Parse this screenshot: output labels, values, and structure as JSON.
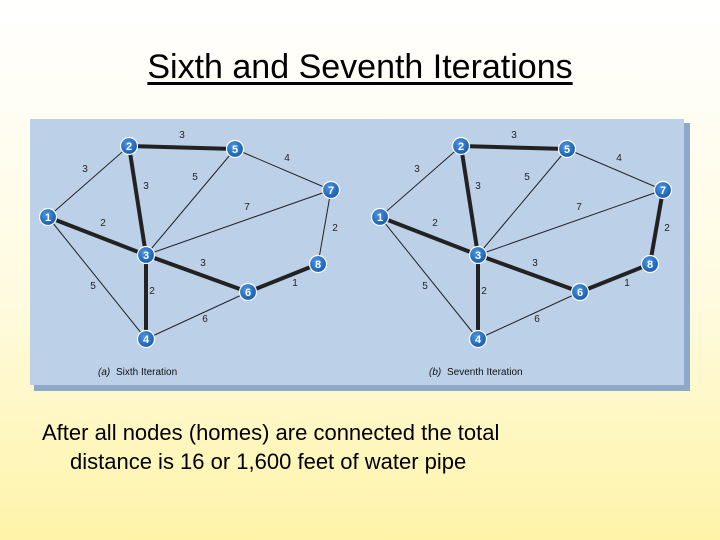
{
  "slide": {
    "title": "Sixth and Seventh Iterations",
    "body_line1": "After all nodes (homes) are connected the total",
    "body_line2": "distance is 16 or 1,600 feet of water pipe"
  },
  "colors": {
    "panel": "#bcd0e8",
    "panel_edge": "#8ea8c8",
    "node_fill": "#1e6ec8",
    "node_stroke": "#ffffff",
    "edge": "#222222"
  },
  "graphs": [
    {
      "caption_prefix": "(a)",
      "caption_text": "Sixth Iteration",
      "edges": [
        {
          "from": "1",
          "to": "2",
          "weight": "3",
          "bold": false
        },
        {
          "from": "1",
          "to": "3",
          "weight": "2",
          "bold": true
        },
        {
          "from": "1",
          "to": "4",
          "weight": "5",
          "bold": false
        },
        {
          "from": "2",
          "to": "5",
          "weight": "3",
          "bold": true
        },
        {
          "from": "2",
          "to": "3",
          "weight": "3",
          "bold": true
        },
        {
          "from": "5",
          "to": "3",
          "weight": "5",
          "bold": false
        },
        {
          "from": "5",
          "to": "7",
          "weight": "4",
          "bold": false
        },
        {
          "from": "3",
          "to": "7",
          "weight": "7",
          "bold": false
        },
        {
          "from": "7",
          "to": "8",
          "weight": "2",
          "bold": false
        },
        {
          "from": "3",
          "to": "6",
          "weight": "3",
          "bold": true
        },
        {
          "from": "3",
          "to": "4",
          "weight": "2",
          "bold": true
        },
        {
          "from": "6",
          "to": "8",
          "weight": "1",
          "bold": true
        },
        {
          "from": "4",
          "to": "6",
          "weight": "6",
          "bold": false
        }
      ]
    },
    {
      "caption_prefix": "(b)",
      "caption_text": "Seventh Iteration",
      "edges": [
        {
          "from": "1",
          "to": "2",
          "weight": "3",
          "bold": false
        },
        {
          "from": "1",
          "to": "3",
          "weight": "2",
          "bold": true
        },
        {
          "from": "1",
          "to": "4",
          "weight": "5",
          "bold": false
        },
        {
          "from": "2",
          "to": "5",
          "weight": "3",
          "bold": true
        },
        {
          "from": "2",
          "to": "3",
          "weight": "3",
          "bold": true
        },
        {
          "from": "5",
          "to": "3",
          "weight": "5",
          "bold": false
        },
        {
          "from": "5",
          "to": "7",
          "weight": "4",
          "bold": false
        },
        {
          "from": "3",
          "to": "7",
          "weight": "7",
          "bold": false
        },
        {
          "from": "7",
          "to": "8",
          "weight": "2",
          "bold": true
        },
        {
          "from": "3",
          "to": "6",
          "weight": "3",
          "bold": true
        },
        {
          "from": "3",
          "to": "4",
          "weight": "2",
          "bold": true
        },
        {
          "from": "6",
          "to": "8",
          "weight": "1",
          "bold": true
        },
        {
          "from": "4",
          "to": "6",
          "weight": "6",
          "bold": false
        }
      ]
    }
  ]
}
